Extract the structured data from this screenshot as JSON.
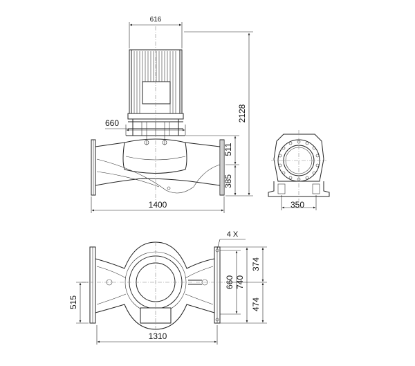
{
  "colors": {
    "line": "#222222",
    "background": "#ffffff"
  },
  "dimensions": {
    "motor_width": "616",
    "flange_dia": "660",
    "total_height": "2128",
    "upper_height": "511",
    "lower_height": "385",
    "overall_length": "1400",
    "foot_width": "350",
    "hole_count": "4 X",
    "bolt_circle_660": "660",
    "flange_740": "740",
    "upper_374": "374",
    "lower_474": "474",
    "offset_515": "515",
    "base_length": "1310"
  }
}
